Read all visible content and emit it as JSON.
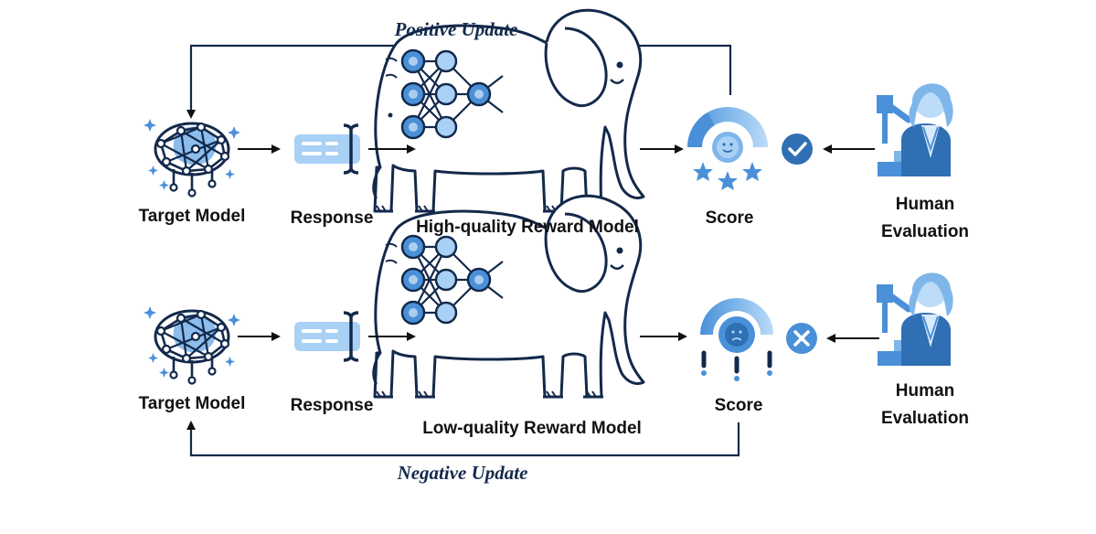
{
  "updates": {
    "positive": "Positive Update",
    "negative": "Negative Update"
  },
  "rows": [
    {
      "name": "top",
      "target_model": "Target Model",
      "response": "Response",
      "reward_model": "High-quality Reward Model",
      "score": "Score",
      "human_eval": [
        "Human",
        "Evaluation"
      ],
      "verdict_icon": "check-icon",
      "score_icon": "happy-score-icon"
    },
    {
      "name": "bottom",
      "target_model": "Target Model",
      "response": "Response",
      "reward_model": "Low-quality Reward Model",
      "score": "Score",
      "human_eval": [
        "Human",
        "Evaluation"
      ],
      "verdict_icon": "cross-icon",
      "score_icon": "sad-score-icon"
    }
  ],
  "colors": {
    "dark_navy": "#13294b",
    "blue": "#4a90d9",
    "light_blue": "#a9d0f5",
    "pale_blue": "#dbeafb",
    "arrow": "#111111"
  }
}
